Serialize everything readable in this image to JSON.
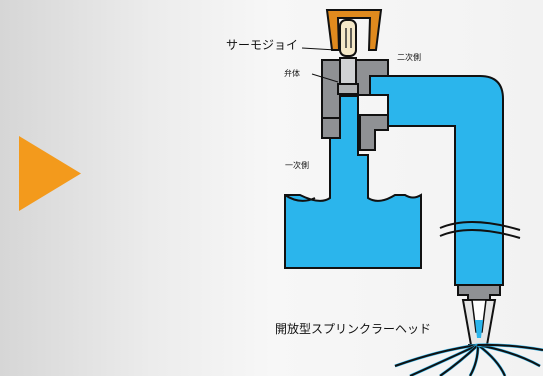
{
  "labels": {
    "thermo_joint": "サーモジョイ",
    "valve_body": "弁体",
    "secondary_side": "二次側",
    "primary_side": "一次側",
    "sprinkler_head": "開放型スプリンクラーヘッド"
  },
  "colors": {
    "water": "#2bb5ec",
    "pipe_outline": "#111111",
    "valve_gray": "#8f9194",
    "thermo_orange": "#e08a1e",
    "play_arrow": "#f39a1c"
  },
  "icons": {
    "arrow": "play-arrow-icon"
  }
}
